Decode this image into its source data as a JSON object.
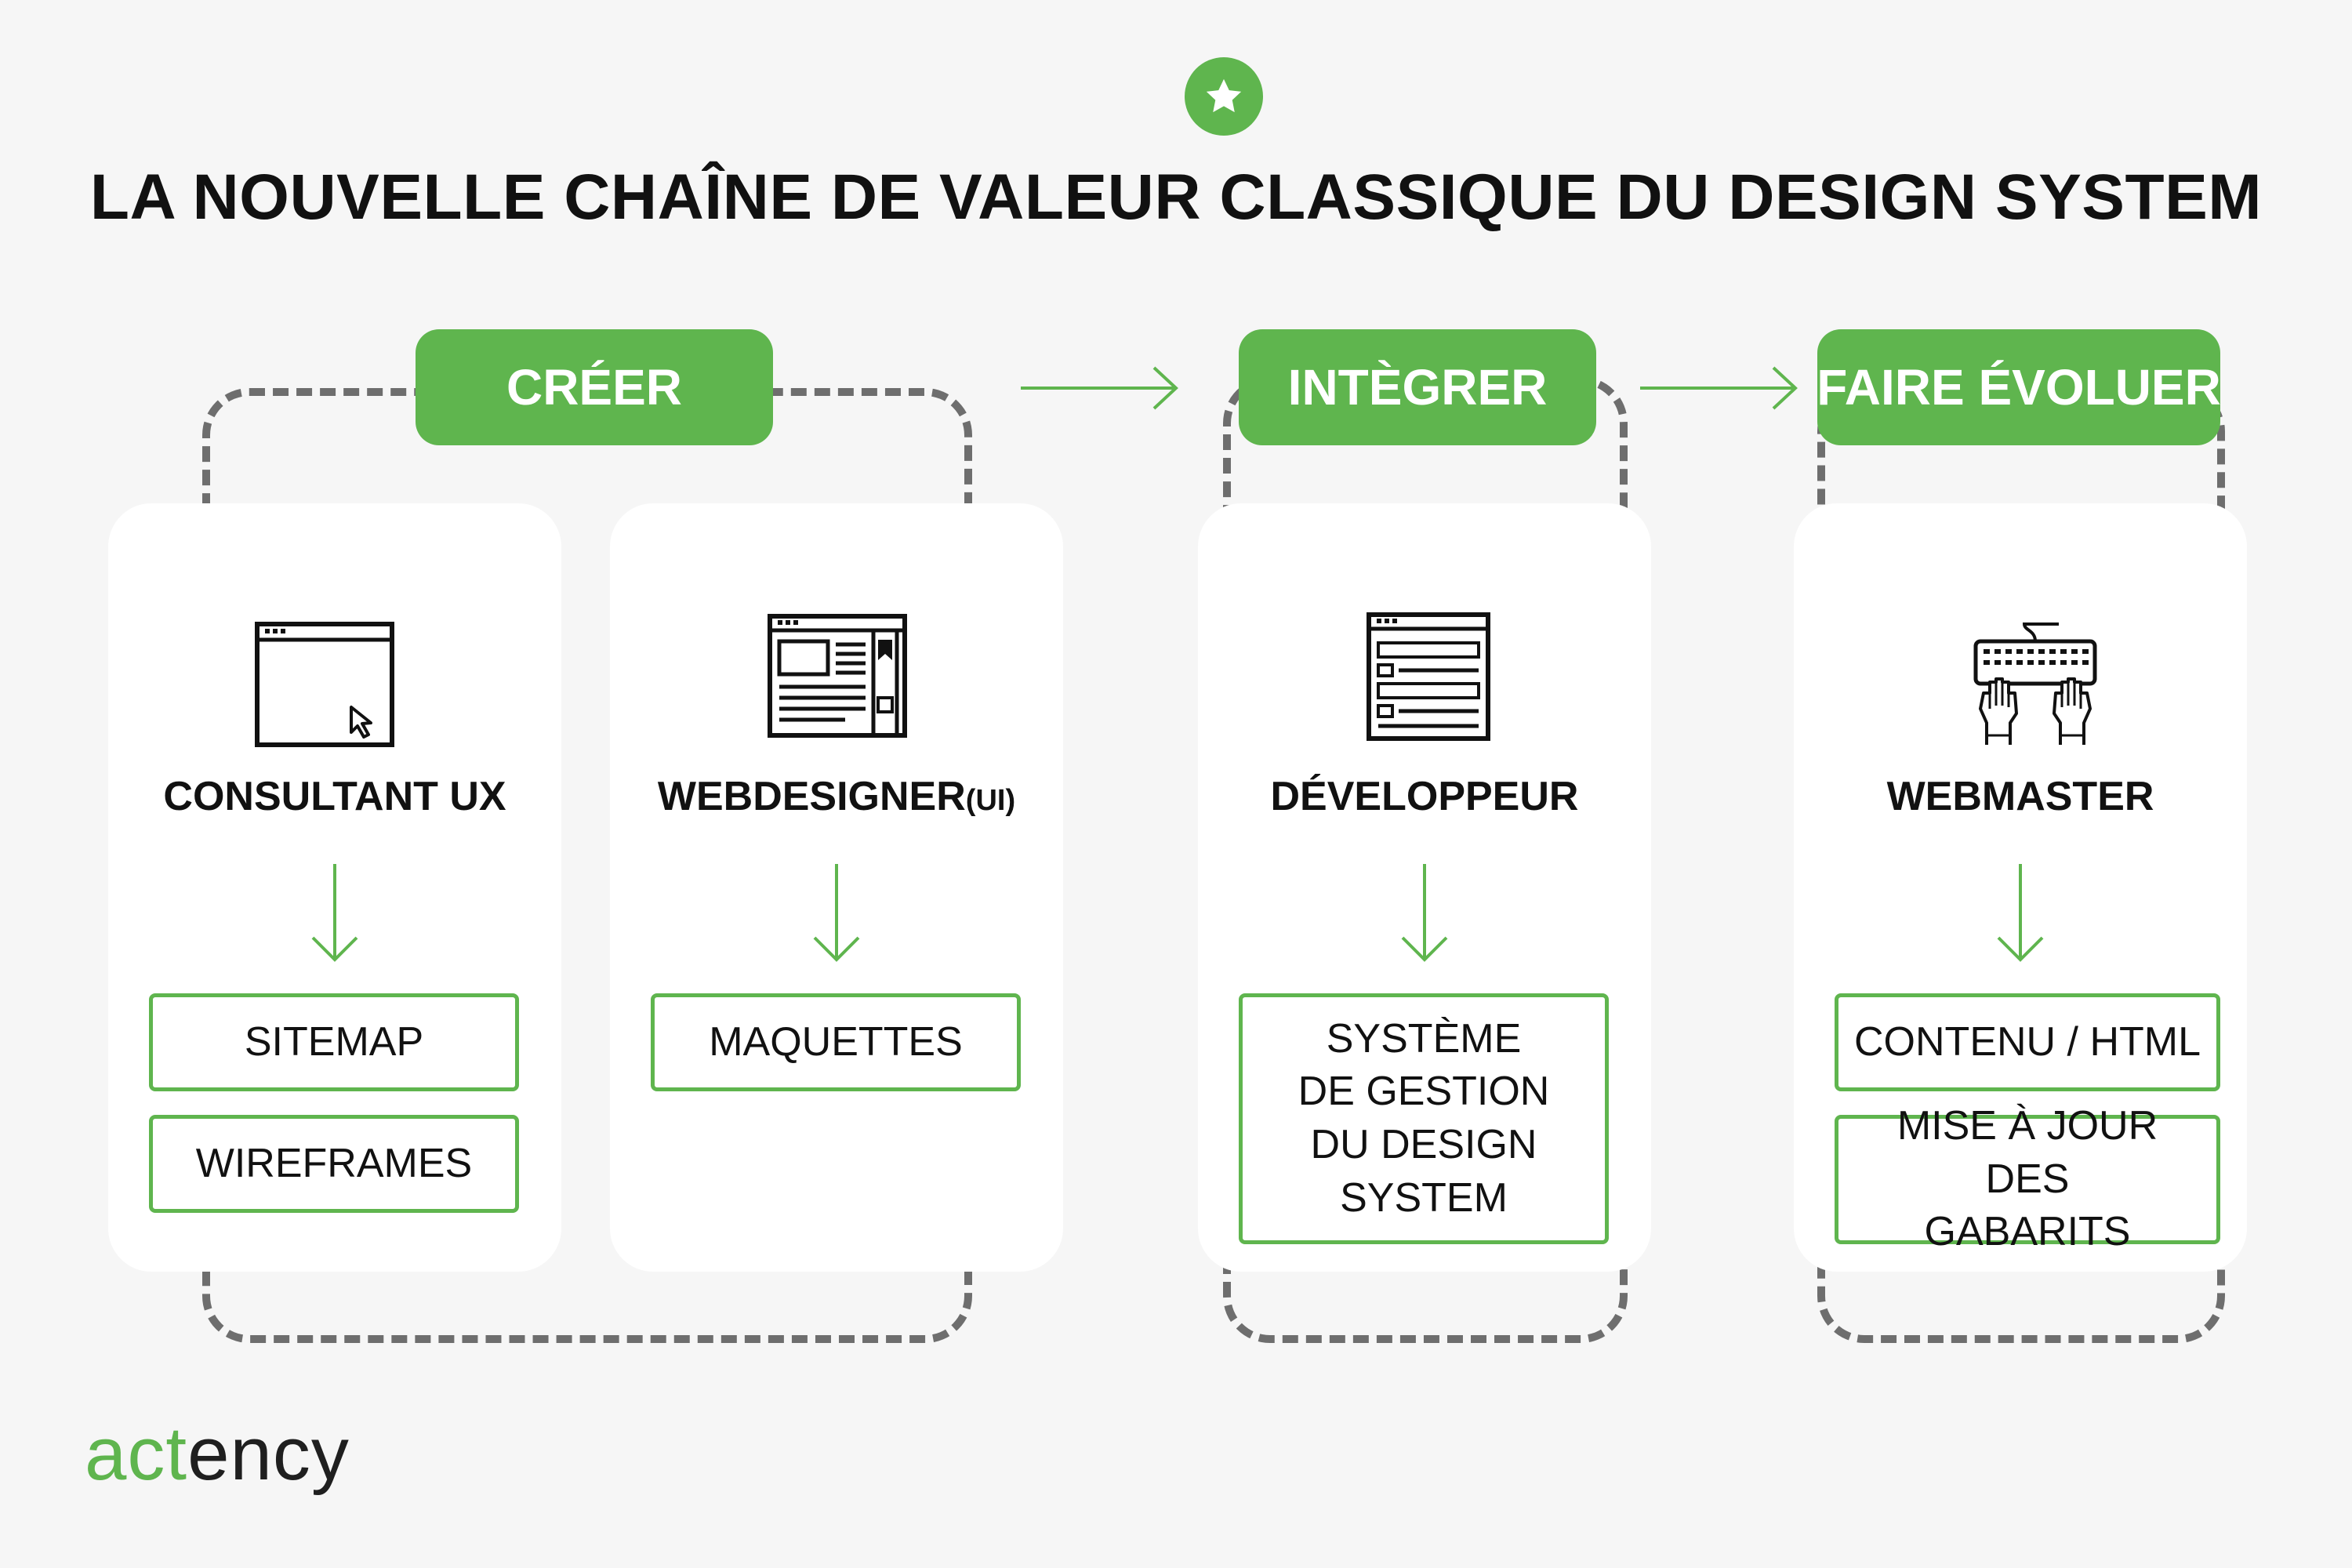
{
  "title": "LA NOUVELLE CHAÎNE DE VALEUR CLASSIQUE DU DESIGN SYSTEM",
  "badge_icon": "star-icon",
  "accent_color": "#5fb54e",
  "phases": [
    {
      "label": "CRÉER"
    },
    {
      "label": "INTÈGRER"
    },
    {
      "label": "FAIRE ÉVOLUER"
    }
  ],
  "roles": [
    {
      "name": "CONSULTANT UX",
      "icon": "browser-window-cursor-icon",
      "deliverables": [
        "SITEMAP",
        "WIREFRAMES"
      ]
    },
    {
      "name": "WEBDESIGNER",
      "suffix": "(UI)",
      "icon": "web-layout-icon",
      "deliverables": [
        "MAQUETTES"
      ]
    },
    {
      "name": "DÉVELOPPEUR",
      "icon": "browser-code-icon",
      "deliverables": [
        "SYSTÈME DE GESTION DU DESIGN SYSTEM"
      ]
    },
    {
      "name": "WEBMASTER",
      "icon": "keyboard-hands-icon",
      "deliverables": [
        "CONTENU / HTML",
        "MISE À JOUR DES GABARITS"
      ]
    }
  ],
  "logo": {
    "part1": "act",
    "part2": "ency"
  }
}
